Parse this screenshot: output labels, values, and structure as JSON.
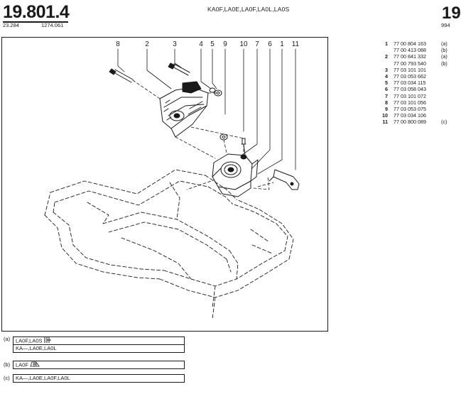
{
  "header": {
    "reference": "19.801.4",
    "sub_reference_a": "23.284",
    "sub_reference_b": "1274.061",
    "title": "KA0F,LA0E,LA0F,LA0L,LA0S",
    "next_reference": "19",
    "next_sub_reference": "994"
  },
  "figure": {
    "callouts": [
      "8",
      "2",
      "3",
      "4",
      "5",
      "9",
      "10",
      "7",
      "6",
      "1",
      "11"
    ]
  },
  "parts": [
    {
      "index": "1",
      "number": "77 00 804 163",
      "variant": "(a)"
    },
    {
      "index": "",
      "number": "77 00 413 088",
      "variant": "(b)"
    },
    {
      "index": "2",
      "number": "77 00 841 332",
      "variant": "(a)"
    },
    {
      "index": "",
      "number": "77 00 793 540",
      "variant": "(b)"
    },
    {
      "index": "3",
      "number": "77 03 101 101",
      "variant": ""
    },
    {
      "index": "4",
      "number": "77 03 053 662",
      "variant": ""
    },
    {
      "index": "5",
      "number": "77 03 034 115",
      "variant": ""
    },
    {
      "index": "6",
      "number": "77 03 058 043",
      "variant": ""
    },
    {
      "index": "7",
      "number": "77 03 101 072",
      "variant": ""
    },
    {
      "index": "8",
      "number": "77 03 101 056",
      "variant": ""
    },
    {
      "index": "9",
      "number": "77 03 053 075",
      "variant": ""
    },
    {
      "index": "10",
      "number": "77 03 034 106",
      "variant": ""
    },
    {
      "index": "11",
      "number": "77 00 800 089",
      "variant": "(c)"
    }
  ],
  "variants": {
    "a": {
      "code": "(a)",
      "line1": "LA0F,LA0S",
      "line2": "KA—,LA0E,LA0L"
    },
    "b": {
      "code": "(b)",
      "line1": "LA0F"
    },
    "c": {
      "code": "(c)",
      "line1": "KA—,LA0E,LA0F,LA0L"
    }
  }
}
